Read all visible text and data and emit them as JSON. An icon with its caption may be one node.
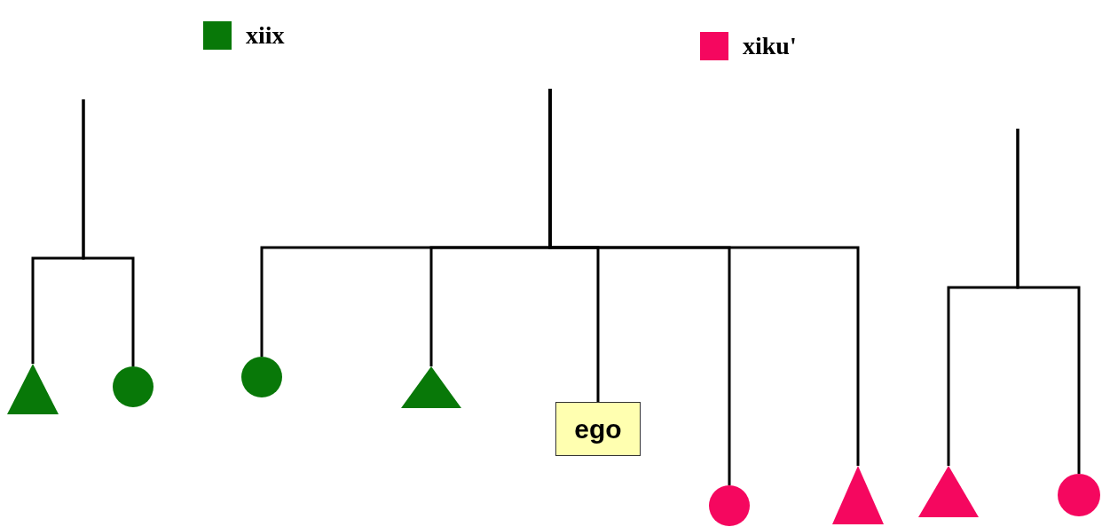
{
  "diagram": {
    "nodes": [
      {
        "text": [],
        "shape": "triangle"
      },
      {
        "text": [],
        "shape": "circle"
      },
      {
        "text": [],
        "shape": "circle"
      },
      {
        "text": [],
        "shape": "triangle"
      },
      {
        "text": [
          "ego"
        ]
      },
      {
        "text": [],
        "shape": "circle"
      },
      {
        "text": [],
        "shape": "triangle"
      },
      {
        "text": [],
        "shape": "triangle"
      },
      {
        "text": [],
        "shape": "circle"
      }
    ],
    "edges": [
      {
        "from": null,
        "to": 0,
        "arrow": "none"
      },
      {
        "from": null,
        "to": 1,
        "arrow": "none"
      },
      {
        "from": null,
        "to": 2,
        "arrow": "none"
      },
      {
        "from": null,
        "to": 3,
        "arrow": "none"
      },
      {
        "from": null,
        "to": 4,
        "arrow": "none"
      },
      {
        "from": null,
        "to": 5,
        "arrow": "none"
      },
      {
        "from": null,
        "to": 6,
        "arrow": "none"
      },
      {
        "from": null,
        "to": 7,
        "arrow": "none"
      },
      {
        "from": null,
        "to": 8,
        "arrow": "none"
      }
    ],
    "legend": [
      {
        "text": "xiix",
        "color": "#087808"
      },
      {
        "text": "xiku'",
        "color": "#f5075f"
      }
    ]
  }
}
